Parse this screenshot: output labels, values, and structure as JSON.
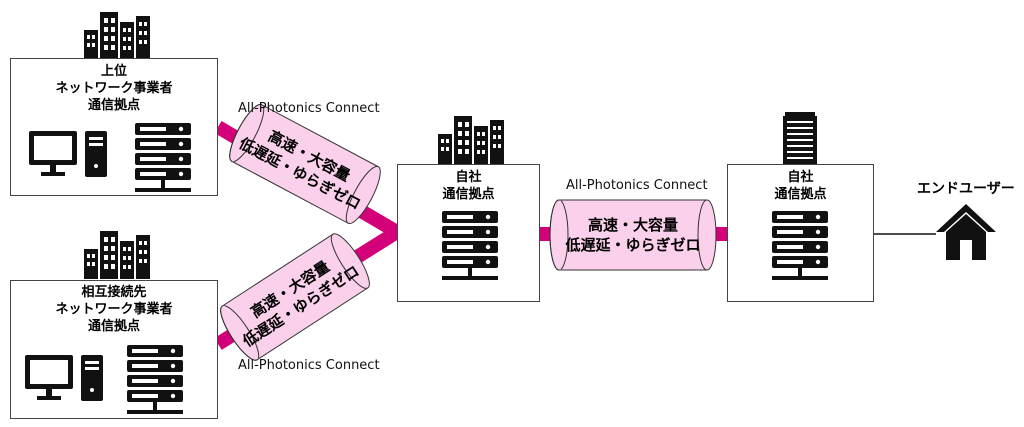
{
  "nodes": {
    "upper_provider": {
      "lines": [
        "上位",
        "ネットワーク事業者",
        "通信拠点"
      ]
    },
    "interconnect_provider": {
      "lines": [
        "相互接続先",
        "ネットワーク事業者",
        "通信拠点"
      ]
    },
    "own_base_center": {
      "lines": [
        "自社",
        "通信拠点"
      ]
    },
    "own_base_right": {
      "lines": [
        "自社",
        "通信拠点"
      ]
    },
    "end_user": {
      "label": "エンドユーザー"
    }
  },
  "links": {
    "upper": {
      "tag": "All-Photonics Connect",
      "lines": [
        "高速・大容量",
        "低遅延・ゆらぎゼロ"
      ]
    },
    "interconnect": {
      "tag": "All-Photonics Connect",
      "lines": [
        "高速・大容量",
        "低遅延・ゆらぎゼロ"
      ]
    },
    "center_right": {
      "tag": "All-Photonics Connect",
      "lines": [
        "高速・大容量",
        "低遅延・ゆらぎゼロ"
      ]
    }
  },
  "colors": {
    "pipe_line": "#d4007a",
    "pipe_fill": "#fbd0ea",
    "icon": "#111111",
    "box_border": "#444444"
  }
}
